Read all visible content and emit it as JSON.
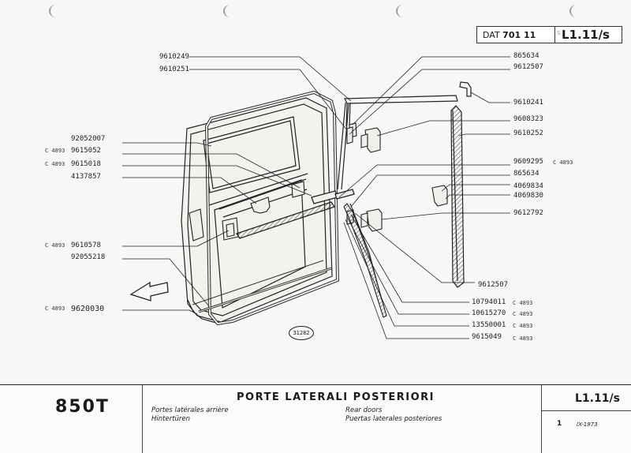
{
  "header": {
    "dat_label": "DAT",
    "dat_number": "701 11",
    "code_prefix": "S",
    "code": "L1.11/s"
  },
  "diagram": {
    "reference_number": "31282",
    "left_labels": [
      {
        "prefix": "",
        "number": "9610249"
      },
      {
        "prefix": "",
        "number": "9610251"
      },
      {
        "prefix": "",
        "number": "92052007"
      },
      {
        "prefix": "C 4893",
        "number": "9615052"
      },
      {
        "prefix": "C 4893",
        "number": "9615018"
      },
      {
        "prefix": "",
        "number": "4137857"
      },
      {
        "prefix": "C 4893",
        "number": "9610578"
      },
      {
        "prefix": "",
        "number": "92055218"
      },
      {
        "prefix": "C 4893",
        "number": "9620030"
      }
    ],
    "right_labels": [
      {
        "number": "865634",
        "suffix": ""
      },
      {
        "number": "9612507",
        "suffix": ""
      },
      {
        "number": "9610241",
        "suffix": ""
      },
      {
        "number": "9608323",
        "suffix": ""
      },
      {
        "number": "9610252",
        "suffix": ""
      },
      {
        "number": "9609295",
        "suffix": "C 4893"
      },
      {
        "number": "865634",
        "suffix": ""
      },
      {
        "number": "4069834",
        "suffix": ""
      },
      {
        "number": "4069830",
        "suffix": ""
      },
      {
        "number": "9612792",
        "suffix": ""
      }
    ],
    "bottom_labels": [
      {
        "number": "9612507",
        "suffix": ""
      },
      {
        "number": "10794011",
        "suffix": "C 4893"
      },
      {
        "number": "10615270",
        "suffix": "C 4893"
      },
      {
        "number": "13550001",
        "suffix": "C 4893"
      },
      {
        "number": "9615049",
        "suffix": "C 4893"
      }
    ]
  },
  "title_block": {
    "model": "850T",
    "title": "PORTE LATERALI POSTERIORI",
    "fr": "Portes latérales arrière",
    "de": "Hintertüren",
    "en": "Rear doors",
    "es": "Puertas laterales posteriores",
    "code": "L1.11/s",
    "page": "1",
    "date": "IX-1973"
  }
}
